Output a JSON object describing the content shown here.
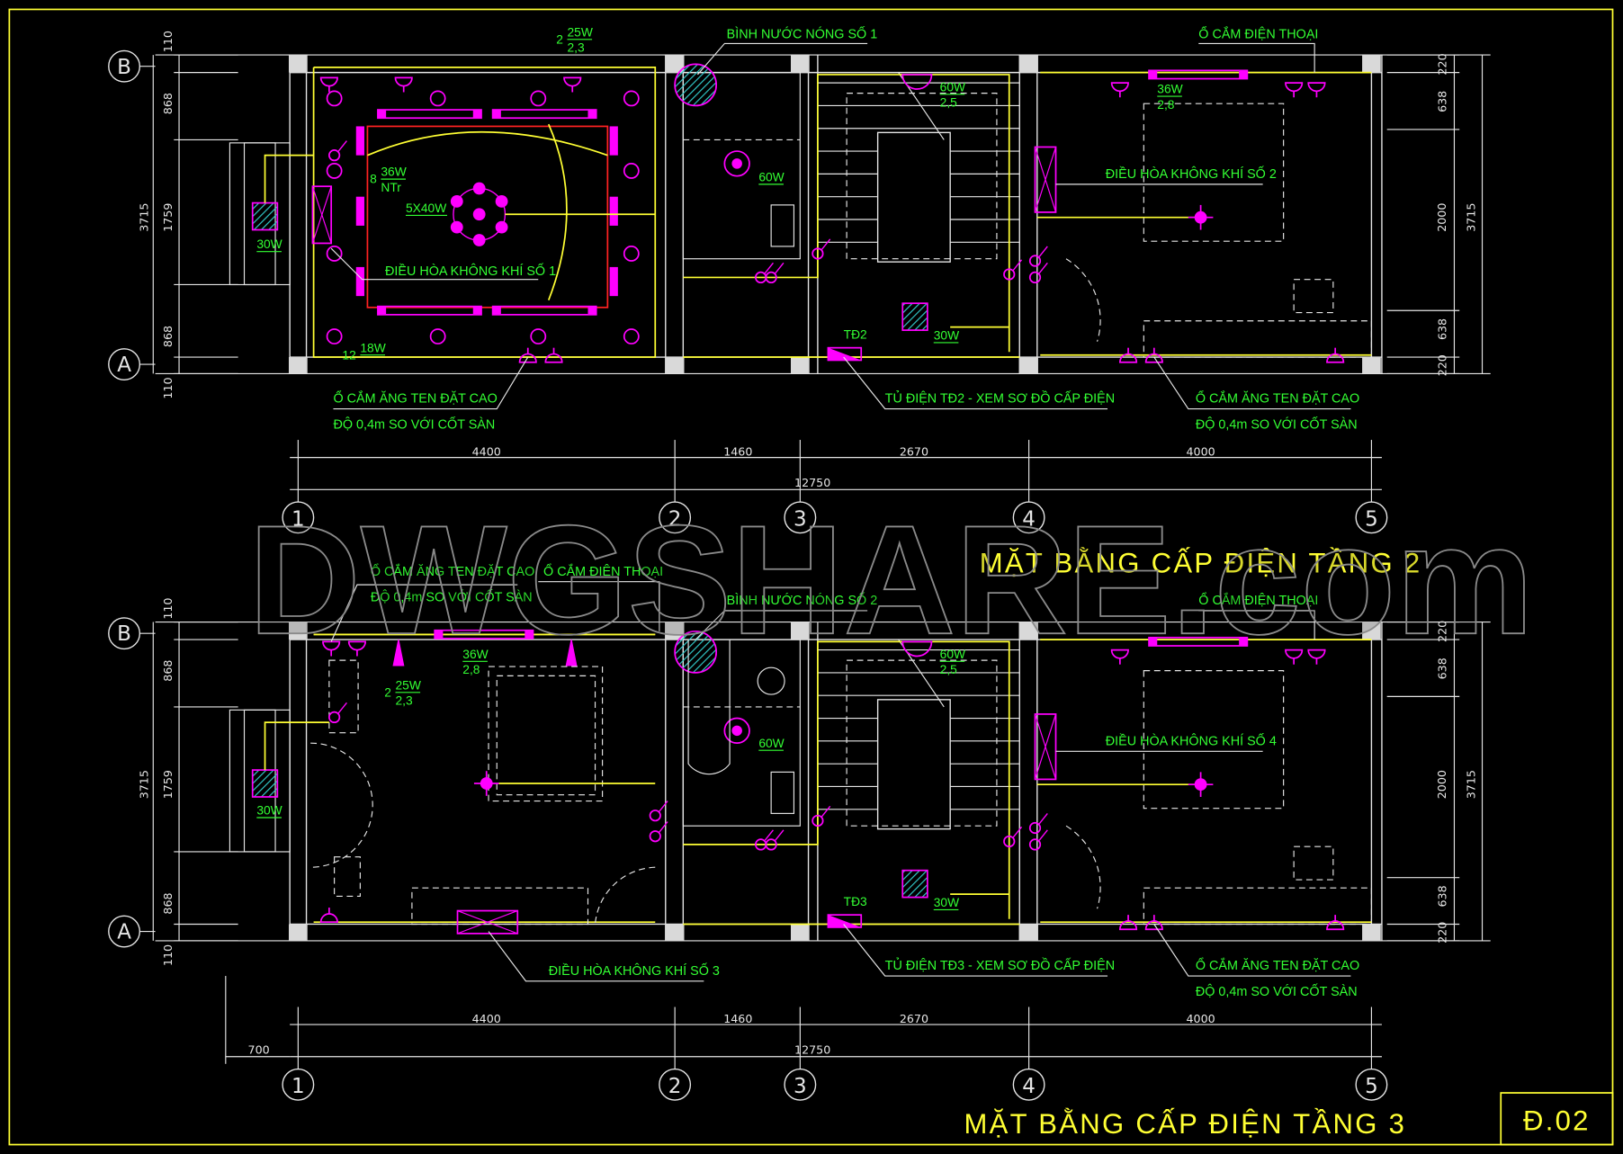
{
  "sheet": {
    "code": "Đ.02"
  },
  "watermark": "DWGSHARE.com",
  "colors": {
    "background": "#000000",
    "frame": "#ffff33",
    "walls": "#e6e6e6",
    "wiring": "#ffff33",
    "fixtures": "#ff00ff",
    "notes": "#33ff33",
    "columns": "#d9d9d9",
    "ac_frame": "#ff2222",
    "hatch": "#33cccc"
  },
  "grid": {
    "rows": [
      "B",
      "A"
    ],
    "cols": [
      "1",
      "2",
      "3",
      "4",
      "5"
    ]
  },
  "dimensions": {
    "left": [
      "110",
      "868",
      "1759",
      "868",
      "110"
    ],
    "left_total": "3715",
    "right": [
      "220",
      "638",
      "2000",
      "638",
      "220"
    ],
    "right_total": "3715",
    "bottom": [
      "4400",
      "1460",
      "2670",
      "4000"
    ],
    "bottom_total": "12750",
    "offset": "700"
  },
  "floors": [
    {
      "title": "MẶT BẰNG CẤP ĐIỆN TẦNG 2",
      "notes": [
        {
          "text": "BÌNH NƯỚC NÓNG SỐ 1"
        },
        {
          "text": "Ổ CẮM ĐIỆN THOẠI"
        },
        {
          "text": "ĐIỀU HÒA KHÔNG KHÍ SỐ 1"
        },
        {
          "text": "ĐIỀU HÒA KHÔNG KHÍ SỐ 2"
        },
        {
          "text": "Ổ CẮM ĂNG TEN ĐẶT CAO",
          "text2": "ĐỘ 0,4m SO VỚI CỐT SÀN"
        },
        {
          "text": "TỦ ĐIỆN TĐ2 - XEM SƠ ĐỒ CẤP ĐIỆN"
        },
        {
          "text": "Ổ CẮM ĂNG TEN ĐẶT CAO",
          "text2": "ĐỘ 0,4m SO VỚI CỐT SÀN"
        }
      ],
      "fixtures": [
        {
          "count": "2",
          "top": "25W",
          "bottom": "2,3"
        },
        {
          "count": "8",
          "top": "36W",
          "bottom": "NTr"
        },
        {
          "top": "5X40W"
        },
        {
          "count": "12",
          "top": "18W"
        },
        {
          "top": "30W"
        },
        {
          "top": "60W"
        },
        {
          "top": "60W",
          "bottom": "2,5"
        },
        {
          "top": "36W",
          "bottom": "2,8"
        },
        {
          "plain": "TĐ2"
        },
        {
          "top": "30W"
        }
      ]
    },
    {
      "title": "MẶT BẰNG CẤP ĐIỆN TẦNG 3",
      "notes": [
        {
          "text": "Ổ CẮM ĂNG TEN ĐẶT CAO",
          "text2": "ĐỘ 0,4m SO VỚI CỐT SÀN"
        },
        {
          "text": "Ổ CẮM ĐIỆN THOẠI"
        },
        {
          "text": "BÌNH NƯỚC NÓNG SỐ 2"
        },
        {
          "text": "Ổ CẮM ĐIỆN THOẠI"
        },
        {
          "text": "ĐIỀU HÒA KHÔNG KHÍ SỐ 4"
        },
        {
          "text": "ĐIỀU HÒA KHÔNG KHÍ SỐ 3"
        },
        {
          "text": "TỦ ĐIỆN TĐ3 - XEM SƠ ĐỒ CẤP ĐIỆN"
        },
        {
          "text": "Ổ CẮM ĂNG TEN ĐẶT CAO",
          "text2": "ĐỘ 0,4m SO VỚI CỐT SÀN"
        }
      ],
      "fixtures": [
        {
          "count": "2",
          "top": "25W",
          "bottom": "2,3"
        },
        {
          "top": "36W",
          "bottom": "2,8"
        },
        {
          "top": "30W"
        },
        {
          "top": "60W"
        },
        {
          "top": "60W",
          "bottom": "2,5"
        },
        {
          "plain": "TĐ3"
        },
        {
          "top": "30W"
        }
      ]
    }
  ]
}
